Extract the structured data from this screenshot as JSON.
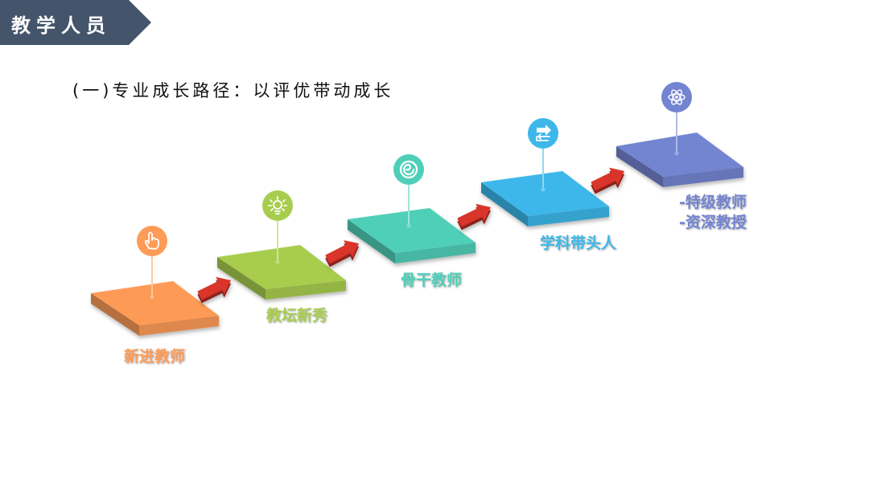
{
  "header": {
    "title": "教学人员",
    "color": "#44546a"
  },
  "subtitle": "(一)专业成长路径：以评优带动成长",
  "arrow_color": "#d9342b",
  "steps": [
    {
      "lines": [
        "新进教师"
      ],
      "color": "#fd9b57",
      "icon": "hand-pointer-icon"
    },
    {
      "lines": [
        "教坛新秀"
      ],
      "color": "#a8cd4e",
      "icon": "lightbulb-icon"
    },
    {
      "lines": [
        "骨干教师"
      ],
      "color": "#4fcfb8",
      "icon": "spiral-icon"
    },
    {
      "lines": [
        "学科带头人"
      ],
      "color": "#3db7e9",
      "icon": "swap-arrows-icon"
    },
    {
      "lines": [
        "-特级教师",
        "-资深教授"
      ],
      "color": "#7384d1",
      "icon": "atom-icon"
    }
  ]
}
